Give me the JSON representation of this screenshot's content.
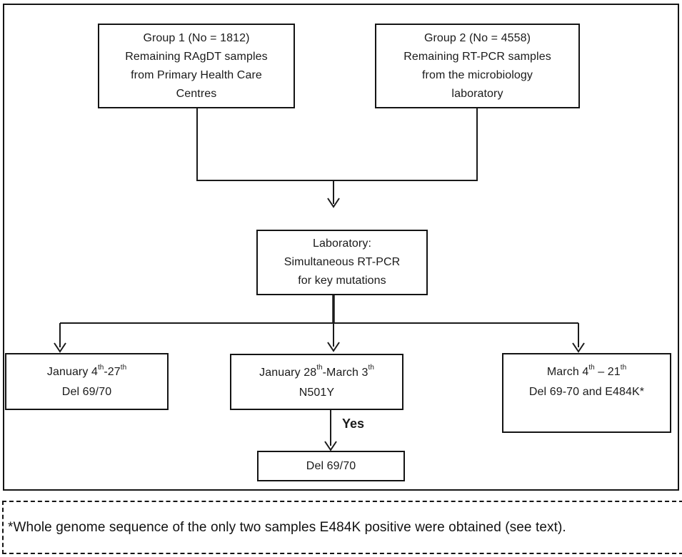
{
  "diagram": {
    "group1": {
      "lines": [
        "Group 1 (No = 1812)",
        "Remaining RAgDT samples",
        "from Primary Health Care",
        "Centres"
      ]
    },
    "group2": {
      "lines": [
        "Group 2 (No = 4558)",
        "Remaining RT-PCR samples",
        "from the microbiology",
        "laboratory"
      ]
    },
    "lab": {
      "lines": [
        "Laboratory:",
        "Simultaneous RT-PCR",
        "for key mutations"
      ]
    },
    "period1": {
      "date": {
        "a": "January 4",
        "sup1": "th",
        "b": "-27",
        "sup2": "th"
      },
      "mutation": "Del 69/70"
    },
    "period2": {
      "date": {
        "a": "January 28",
        "sup1": "th",
        "b": "-March 3",
        "sup2": "th"
      },
      "mutation": "N501Y"
    },
    "period3": {
      "date": {
        "a": "March 4",
        "sup1": "th",
        "b": " – 21",
        "sup2": "th"
      },
      "mutation": "Del 69-70 and E484K*"
    },
    "yes_label": "Yes",
    "result": {
      "label": "Del 69/70"
    },
    "footnote": "*Whole genome sequence of the only two samples E484K positive were obtained (see text)."
  },
  "colors": {
    "line": "#1a1a1a",
    "background": "#ffffff"
  }
}
